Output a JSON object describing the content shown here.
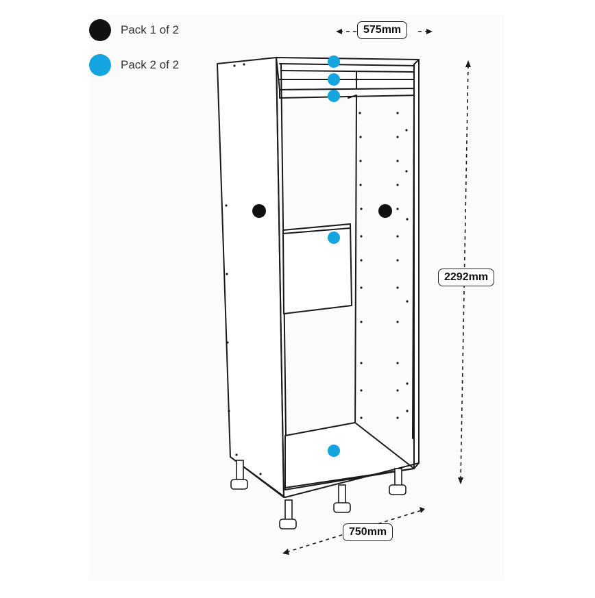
{
  "legend": {
    "items": [
      {
        "label": "Pack 1 of 2",
        "color": "#111111"
      },
      {
        "label": "Pack 2 of 2",
        "color": "#14a4e0"
      }
    ]
  },
  "dimensions": {
    "depth": "575mm",
    "height": "2292mm",
    "width": "750mm"
  },
  "colors": {
    "line": "#1a1a1a",
    "pack1": "#111111",
    "pack2": "#14a4e0"
  }
}
